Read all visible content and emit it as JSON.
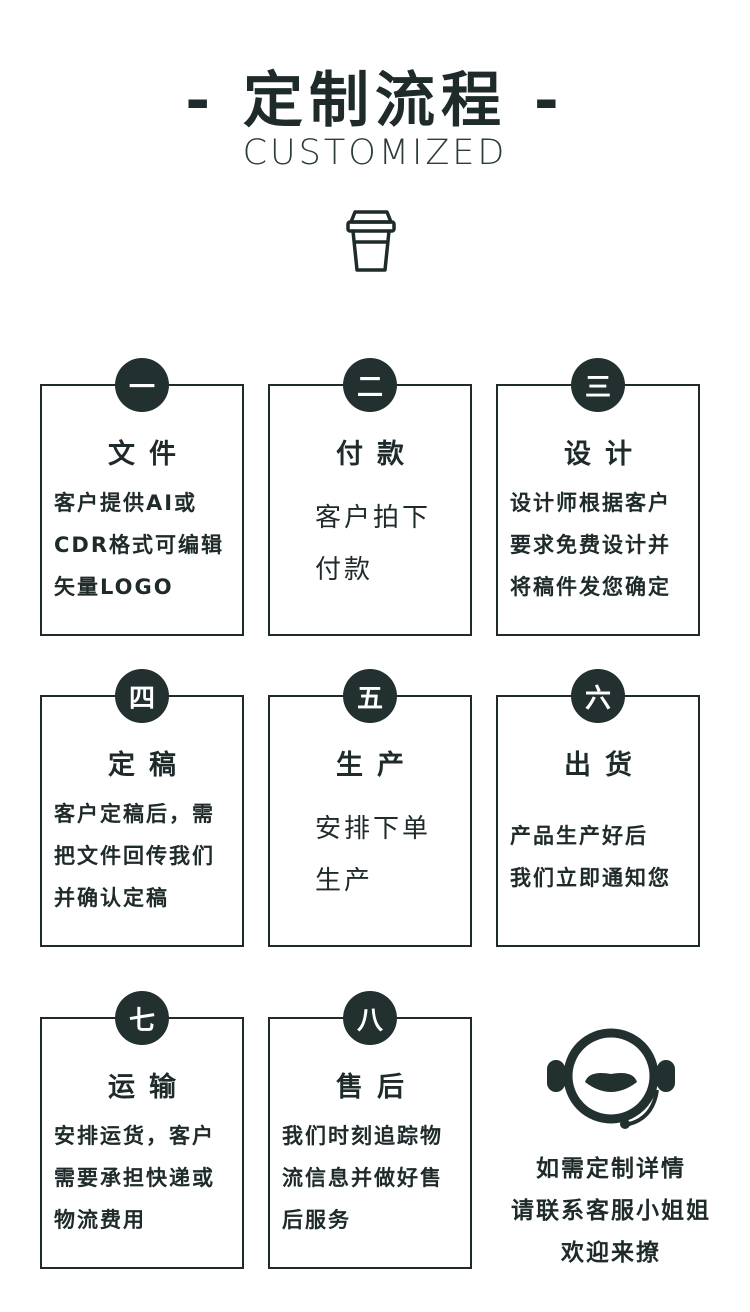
{
  "header": {
    "title": "- 定制流程 -",
    "subtitle": "CUSTOMIZED",
    "icon": "cup-icon"
  },
  "steps": [
    {
      "badge": "一",
      "title": "文件",
      "lines": [
        "客户提供AI或",
        "CDR格式可编辑",
        "矢量LOGO"
      ]
    },
    {
      "badge": "二",
      "title": "付款",
      "lines": [
        "客户拍下",
        "付款"
      ]
    },
    {
      "badge": "三",
      "title": "设计",
      "lines": [
        "设计师根据客户",
        "要求免费设计并",
        "将稿件发您确定"
      ]
    },
    {
      "badge": "四",
      "title": "定稿",
      "lines": [
        "客户定稿后，需",
        "把文件回传我们",
        "并确认定稿"
      ]
    },
    {
      "badge": "五",
      "title": "生产",
      "lines": [
        "安排下单",
        "生产"
      ]
    },
    {
      "badge": "六",
      "title": "出货",
      "lines": [
        "产品生产好后",
        "我们立即通知您"
      ]
    },
    {
      "badge": "七",
      "title": "运输",
      "lines": [
        "安排运货，客户",
        "需要承担快递或",
        "物流费用"
      ]
    },
    {
      "badge": "八",
      "title": "售后",
      "lines": [
        "我们时刻追踪物",
        "流信息并做好售",
        "后服务"
      ]
    }
  ],
  "service": {
    "icon": "customer-service-headset-icon",
    "lines": [
      "如需定制详情",
      "请联系客服小姐姐",
      "欢迎来撩"
    ]
  },
  "colors": {
    "dark": "#22302f",
    "text": "#1f2a2a",
    "background": "#ffffff"
  }
}
